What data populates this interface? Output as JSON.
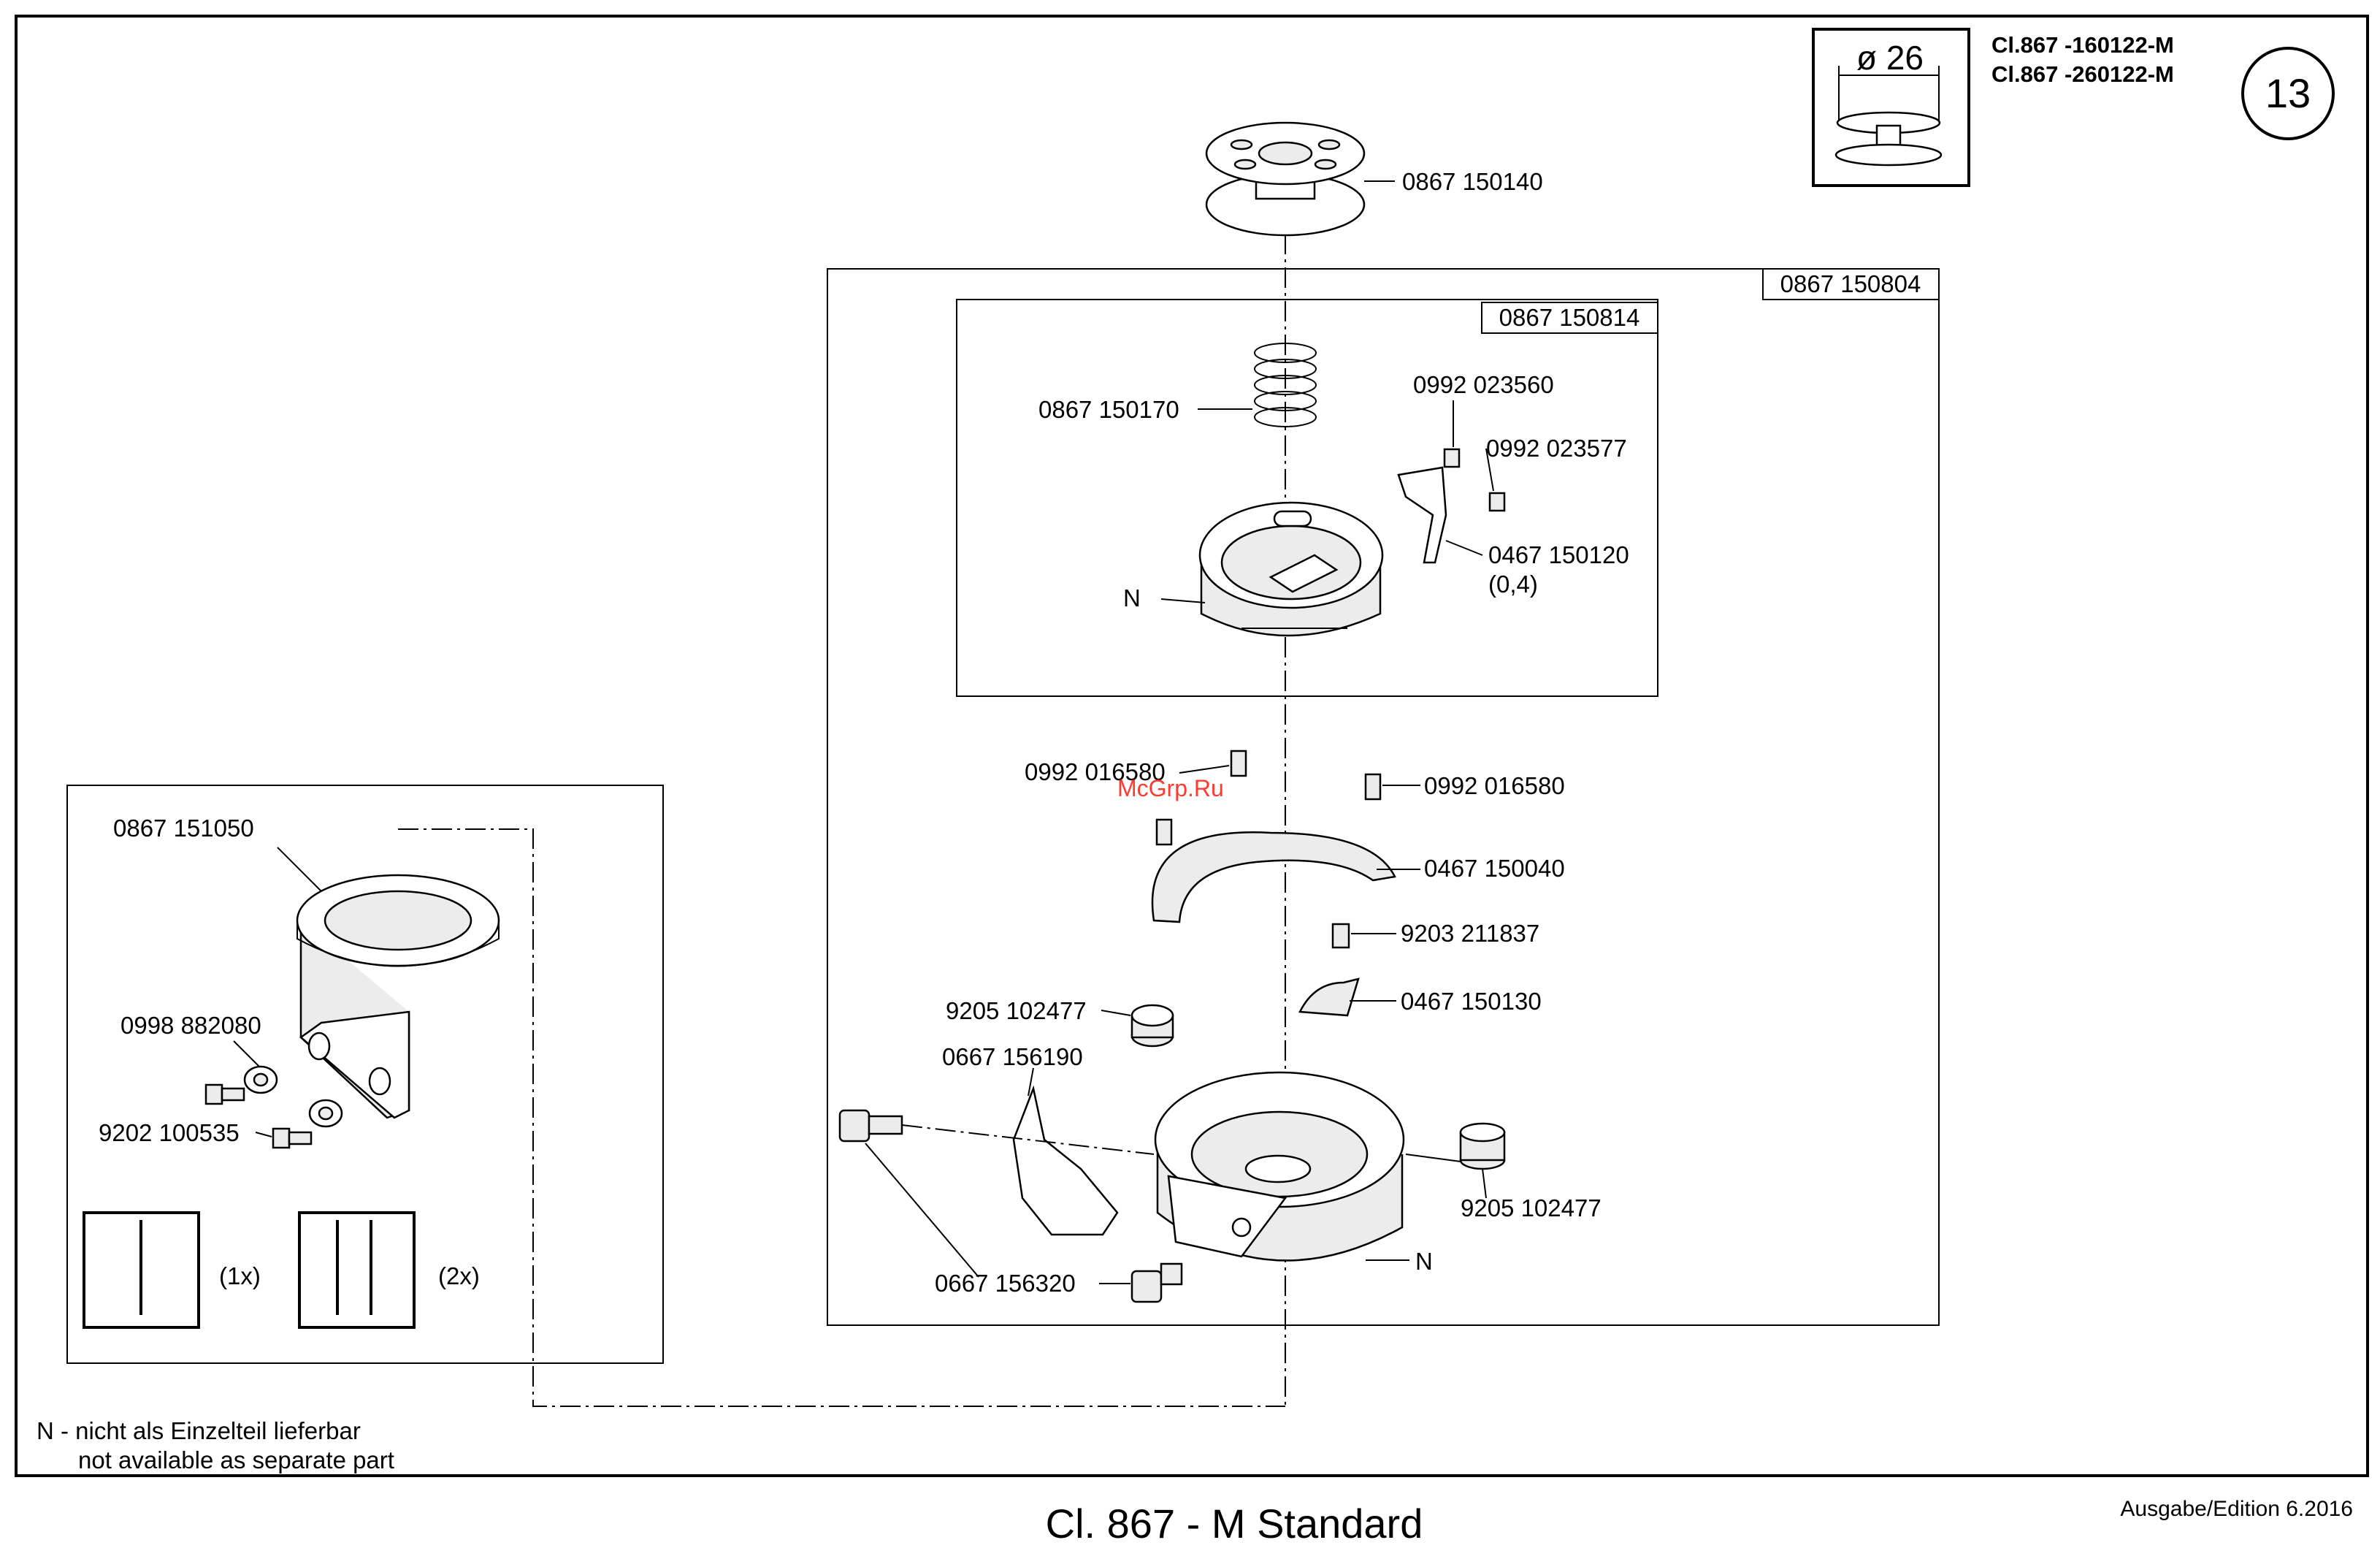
{
  "header": {
    "diameter_label": "ø 26",
    "class_line_1": "Cl.867 -160122-M",
    "class_line_2": "Cl.867 -260122-M",
    "page_number": "13"
  },
  "parts": {
    "bobbin": "0867 150140",
    "assembly_outer": "0867 150804",
    "assembly_inner": "0867 150814",
    "spring": "0867 150170",
    "screw_a": "0992 023560",
    "screw_b": "0992 023577",
    "tension_spring": "0467 150120",
    "tension_spring_note": "(0,4)",
    "n_bobbin_case": "N",
    "screw_left": "0992 016580",
    "watermark": "McGrp.Ru",
    "screw_right": "0992 016580",
    "retainer": "0467 150040",
    "screw_small": "9203 211837",
    "finger": "0467 150130",
    "set_screw_top": "9205 102477",
    "guard": "0667 156190",
    "set_screw_right": "9205 102477",
    "n_hook": "N",
    "hex_screw": "0667 156320",
    "bracket": "0867 151050",
    "washer": "0998 882080",
    "bracket_screw": "9202 100535",
    "needle_1x": "(1x)",
    "needle_2x": "(2x)"
  },
  "footer": {
    "note_line_1": "N - nicht als Einzelteil lieferbar",
    "note_line_2": "not available as separate part",
    "title": "Cl. 867 - M Standard",
    "edition": "Ausgabe/Edition  6.2016"
  }
}
